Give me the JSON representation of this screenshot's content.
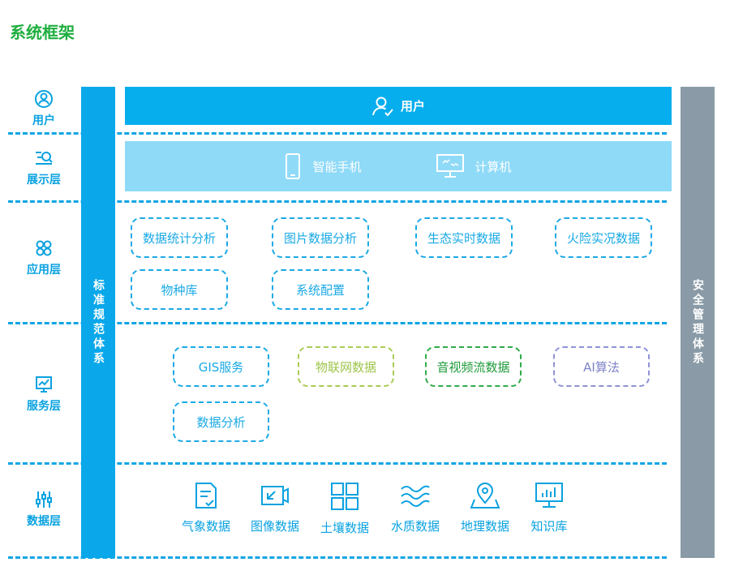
{
  "title": "系统框架",
  "layers": {
    "user": "用户",
    "display": "展示层",
    "application": "应用层",
    "service": "服务层",
    "data": "数据层"
  },
  "side_bars": {
    "left": "标准规范体系",
    "right": "安全管理体系"
  },
  "user_bar": {
    "label": "用户",
    "icon": "user-check-icon"
  },
  "display_bar": {
    "devices": [
      {
        "label": "智能手机",
        "icon": "smartphone-icon"
      },
      {
        "label": "计算机",
        "icon": "monitor-icon"
      }
    ]
  },
  "application": {
    "modules": [
      "数据统计分析",
      "图片数据分析",
      "生态实时数据",
      "火险实况数据",
      "物种库",
      "系统配置"
    ]
  },
  "service": {
    "modules": [
      "GIS服务",
      "物联网数据",
      "音视频流数据",
      "AI算法",
      "数据分析"
    ]
  },
  "data_layer": {
    "items": [
      {
        "label": "气象数据",
        "icon": "document-check-icon"
      },
      {
        "label": "图像数据",
        "icon": "image-frame-icon"
      },
      {
        "label": "土壤数据",
        "icon": "grid-icon"
      },
      {
        "label": "水质数据",
        "icon": "waves-icon"
      },
      {
        "label": "地理数据",
        "icon": "map-pin-icon"
      },
      {
        "label": "知识库",
        "icon": "chart-monitor-icon"
      }
    ]
  },
  "colors": {
    "title": "#1fae3f",
    "primary": "#0aa8ea",
    "light_blue": "#8fdaf7",
    "gray_bar": "#8a9ba7",
    "green": "#9ec54b",
    "dark_green": "#1e9b3a",
    "purple": "#8084c8"
  }
}
